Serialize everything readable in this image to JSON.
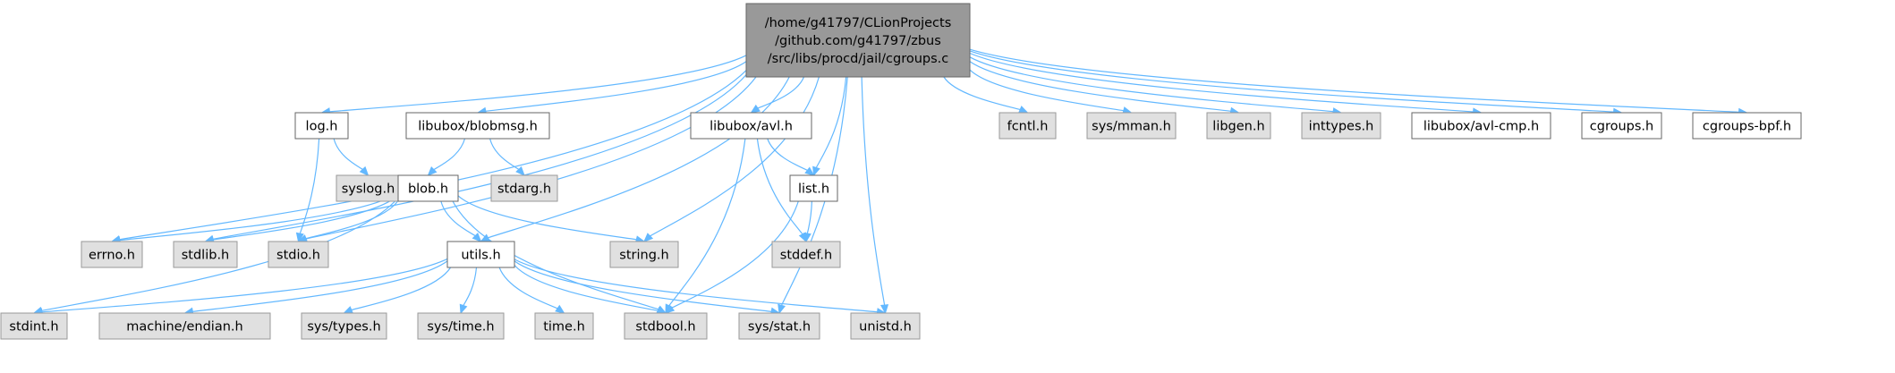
{
  "colors": {
    "root_fill": "#999999",
    "root_stroke": "#666666",
    "doc_fill": "#ffffff",
    "doc_stroke": "#666666",
    "system_fill": "#e0e0e0",
    "system_stroke": "#999999",
    "edge": "#63b8ff"
  },
  "nodes": [
    {
      "id": "root",
      "kind": "root",
      "lines": [
        "/home/g41797/CLionProjects",
        "/github.com/g41797/zbus",
        "/src/libs/procd/jail/cgroups.c"
      ]
    },
    {
      "id": "log_h",
      "kind": "documented",
      "lines": [
        "log.h"
      ]
    },
    {
      "id": "blobmsg_h",
      "kind": "documented",
      "lines": [
        "libubox/blobmsg.h"
      ]
    },
    {
      "id": "avl_h",
      "kind": "documented",
      "lines": [
        "libubox/avl.h"
      ]
    },
    {
      "id": "fcntl_h",
      "kind": "system",
      "lines": [
        "fcntl.h"
      ]
    },
    {
      "id": "mman_h",
      "kind": "system",
      "lines": [
        "sys/mman.h"
      ]
    },
    {
      "id": "libgen_h",
      "kind": "system",
      "lines": [
        "libgen.h"
      ]
    },
    {
      "id": "inttypes_h",
      "kind": "system",
      "lines": [
        "inttypes.h"
      ]
    },
    {
      "id": "avlcmp_h",
      "kind": "documented",
      "lines": [
        "libubox/avl-cmp.h"
      ]
    },
    {
      "id": "cgroups_h",
      "kind": "documented",
      "lines": [
        "cgroups.h"
      ]
    },
    {
      "id": "cgroupsbpf_h",
      "kind": "documented",
      "lines": [
        "cgroups-bpf.h"
      ]
    },
    {
      "id": "syslog_h",
      "kind": "system",
      "lines": [
        "syslog.h"
      ]
    },
    {
      "id": "blob_h",
      "kind": "documented",
      "lines": [
        "blob.h"
      ]
    },
    {
      "id": "stdarg_h",
      "kind": "system",
      "lines": [
        "stdarg.h"
      ]
    },
    {
      "id": "list_h",
      "kind": "documented",
      "lines": [
        "list.h"
      ]
    },
    {
      "id": "errno_h",
      "kind": "system",
      "lines": [
        "errno.h"
      ]
    },
    {
      "id": "stdlib_h",
      "kind": "system",
      "lines": [
        "stdlib.h"
      ]
    },
    {
      "id": "stdio_h",
      "kind": "system",
      "lines": [
        "stdio.h"
      ]
    },
    {
      "id": "string_h",
      "kind": "system",
      "lines": [
        "string.h"
      ]
    },
    {
      "id": "utils_h",
      "kind": "documented",
      "lines": [
        "utils.h"
      ]
    },
    {
      "id": "stddef_h",
      "kind": "system",
      "lines": [
        "stddef.h"
      ]
    },
    {
      "id": "stdint_h",
      "kind": "system",
      "lines": [
        "stdint.h"
      ]
    },
    {
      "id": "endian_h",
      "kind": "system",
      "lines": [
        "machine/endian.h"
      ]
    },
    {
      "id": "types_h",
      "kind": "system",
      "lines": [
        "sys/types.h"
      ]
    },
    {
      "id": "systime_h",
      "kind": "system",
      "lines": [
        "sys/time.h"
      ]
    },
    {
      "id": "time_h",
      "kind": "system",
      "lines": [
        "time.h"
      ]
    },
    {
      "id": "stdbool_h",
      "kind": "system",
      "lines": [
        "stdbool.h"
      ]
    },
    {
      "id": "stat_h",
      "kind": "system",
      "lines": [
        "sys/stat.h"
      ]
    },
    {
      "id": "unistd_h",
      "kind": "system",
      "lines": [
        "unistd.h"
      ]
    }
  ],
  "edges": [
    [
      "root",
      "log_h"
    ],
    [
      "root",
      "blobmsg_h"
    ],
    [
      "root",
      "avl_h"
    ],
    [
      "root",
      "fcntl_h"
    ],
    [
      "root",
      "mman_h"
    ],
    [
      "root",
      "libgen_h"
    ],
    [
      "root",
      "inttypes_h"
    ],
    [
      "root",
      "avlcmp_h"
    ],
    [
      "root",
      "cgroups_h"
    ],
    [
      "root",
      "cgroupsbpf_h"
    ],
    [
      "root",
      "errno_h"
    ],
    [
      "root",
      "stdlib_h"
    ],
    [
      "root",
      "stdio_h"
    ],
    [
      "root",
      "string_h"
    ],
    [
      "root",
      "utils_h"
    ],
    [
      "root",
      "list_h"
    ],
    [
      "root",
      "stat_h"
    ],
    [
      "root",
      "unistd_h"
    ],
    [
      "log_h",
      "syslog_h"
    ],
    [
      "log_h",
      "stdio_h"
    ],
    [
      "blobmsg_h",
      "blob_h"
    ],
    [
      "blobmsg_h",
      "stdarg_h"
    ],
    [
      "avl_h",
      "list_h"
    ],
    [
      "avl_h",
      "stddef_h"
    ],
    [
      "avl_h",
      "stdbool_h"
    ],
    [
      "list_h",
      "stddef_h"
    ],
    [
      "list_h",
      "stdbool_h"
    ],
    [
      "blob_h",
      "errno_h"
    ],
    [
      "blob_h",
      "stdlib_h"
    ],
    [
      "blob_h",
      "stdio_h"
    ],
    [
      "blob_h",
      "string_h"
    ],
    [
      "blob_h",
      "utils_h"
    ],
    [
      "blob_h",
      "stdint_h"
    ],
    [
      "blob_h",
      "stdbool_h"
    ],
    [
      "utils_h",
      "stdint_h"
    ],
    [
      "utils_h",
      "endian_h"
    ],
    [
      "utils_h",
      "types_h"
    ],
    [
      "utils_h",
      "systime_h"
    ],
    [
      "utils_h",
      "time_h"
    ],
    [
      "utils_h",
      "stdbool_h"
    ],
    [
      "utils_h",
      "stat_h"
    ],
    [
      "utils_h",
      "unistd_h"
    ]
  ]
}
